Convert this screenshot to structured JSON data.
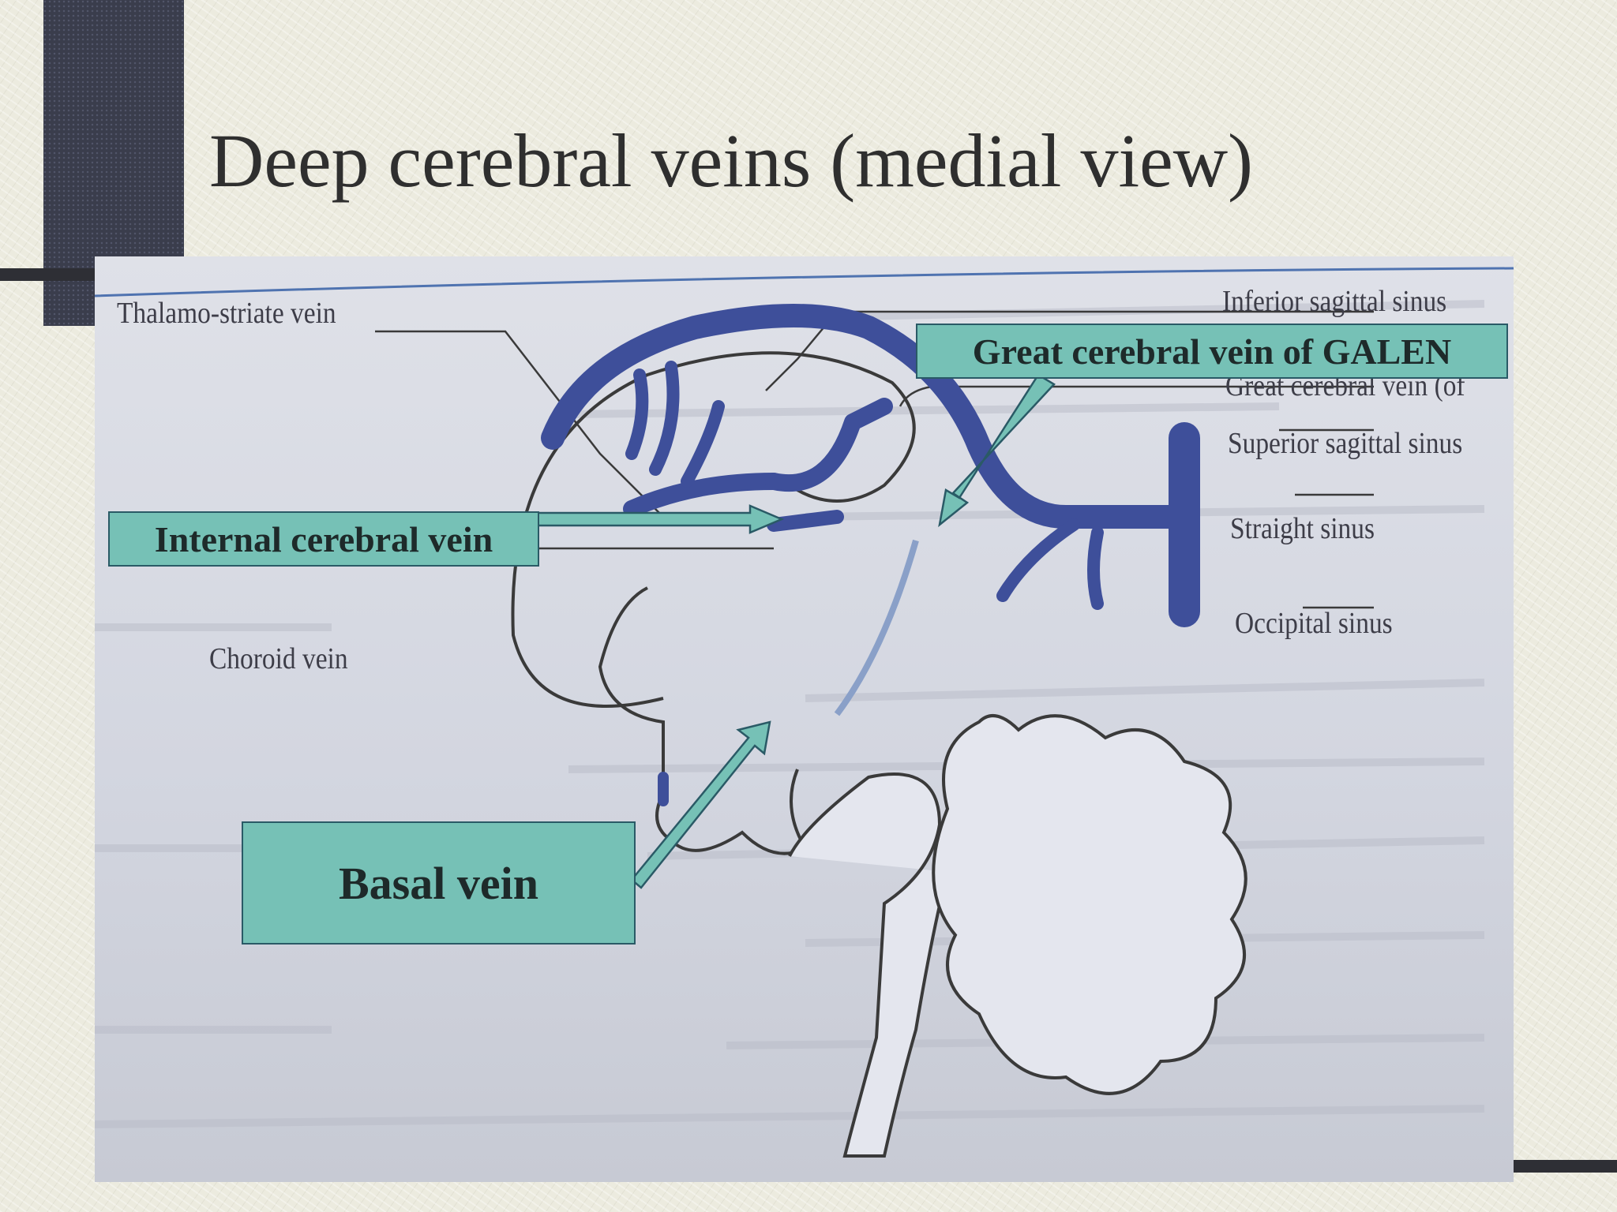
{
  "slide": {
    "title": "Deep cerebral veins (medial view)"
  },
  "figure": {
    "printed_labels": {
      "thalamo_striate": "Thalamo-striate  vein",
      "choroid": "Choroid vein",
      "inferior_sagittal": "Inferior sagittal sinus",
      "great_cerebral": "Great cerebral vein (of",
      "superior_sagittal": "Superior sagittal sinus",
      "straight": "Straight sinus",
      "occipital": "Occipital sinus"
    },
    "callouts": {
      "galen": "Great cerebral vein of  GALEN",
      "internal": "Internal cerebral vein",
      "basal": "Basal vein"
    },
    "colors": {
      "vein": "#3e4f9a",
      "callout_fill": "#76c1b6",
      "callout_border": "#2a5a66"
    }
  }
}
